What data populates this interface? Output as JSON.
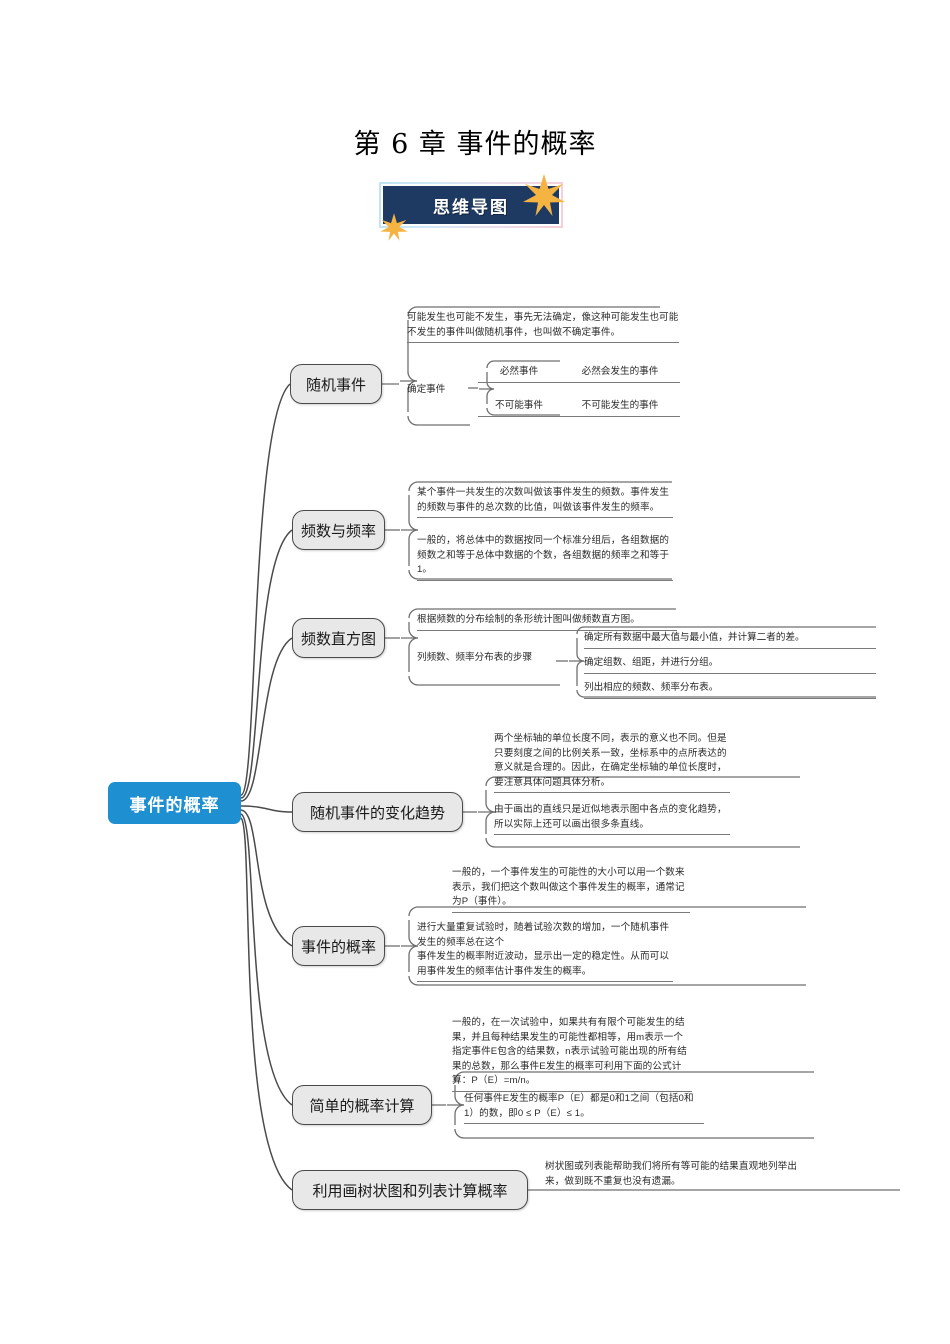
{
  "header": {
    "doc_title": "第 6 章  事件的概率",
    "banner_label": "思维导图",
    "banner_bg": "#1e3a62",
    "star_color": "#f5b342"
  },
  "mindmap": {
    "root": {
      "label": "事件的概率",
      "color": "#1e90d2"
    },
    "branches": [
      {
        "id": "random-event",
        "label": "随机事件",
        "notes": [
          "可能发生也可能不发生，事先无法确定，像这种可能发生也可能不发生的事件叫做随机事件，也叫做不确定事件。"
        ],
        "sub_label": "确定事件",
        "sub_items": [
          {
            "term": "必然事件",
            "desc": "必然会发生的事件"
          },
          {
            "term": "不可能事件",
            "desc": "不可能发生的事件"
          }
        ]
      },
      {
        "id": "frequency",
        "label": "频数与频率",
        "notes": [
          "某个事件一共发生的次数叫做该事件发生的频数。事件发生的频数与事件的总次数的比值，叫做该事件发生的频率。",
          "一般的，将总体中的数据按同一个标准分组后，各组数据的频数之和等于总体中数据的个数，各组数据的频率之和等于1。"
        ]
      },
      {
        "id": "histogram",
        "label": "频数直方图",
        "notes": [
          "根据频数的分布绘制的条形统计图叫做频数直方图。"
        ],
        "sub_label": "列频数、频率分布表的步骤",
        "steps": [
          "确定所有数据中最大值与最小值，并计算二者的差。",
          "确定组数、组距，并进行分组。",
          "列出相应的频数、频率分布表。"
        ]
      },
      {
        "id": "trend",
        "label": "随机事件的变化趋势",
        "notes": [
          "两个坐标轴的单位长度不同，表示的意义也不同。但是只要刻度之间的比例关系一致，坐标系中的点所表达的意义就是合理的。因此，在确定坐标轴的单位长度时，要注意具体问题具体分析。",
          "由于画出的直线只是近似地表示图中各点的变化趋势，所以实际上还可以画出很多条直线。"
        ]
      },
      {
        "id": "probability",
        "label": "事件的概率",
        "notes": [
          "一般的，一个事件发生的可能性的大小可以用一个数来表示，我们把这个数叫做这个事件发生的概率，通常记为P（事件）。",
          "进行大量重复试验时，随着试验次数的增加，一个随机事件发生的频率总在这个\n事件发生的概率附近波动，显示出一定的稳定性。从而可以用事件发生的频率估计事件发生的概率。"
        ]
      },
      {
        "id": "simple-calc",
        "label": "简单的概率计算",
        "notes": [
          "一般的，在一次试验中，如果共有有限个可能发生的结果，并且每种结果发生的可能性都相等，用m表示一个指定事件E包含的结果数，n表示试验可能出现的所有结果的总数，那么事件E发生的概率可利用下面的公式计算：P（E）=m/n。",
          "任何事件E发生的概率P（E）都是0和1之间（包括0和1）的数，即0 ≤ P（E）≤ 1。"
        ]
      },
      {
        "id": "tree-table",
        "label": "利用画树状图和列表计算概率",
        "notes": [
          "树状图或列表能帮助我们将所有等可能的结果直观地列举出来，做到既不重复也没有遗漏。"
        ]
      }
    ]
  }
}
